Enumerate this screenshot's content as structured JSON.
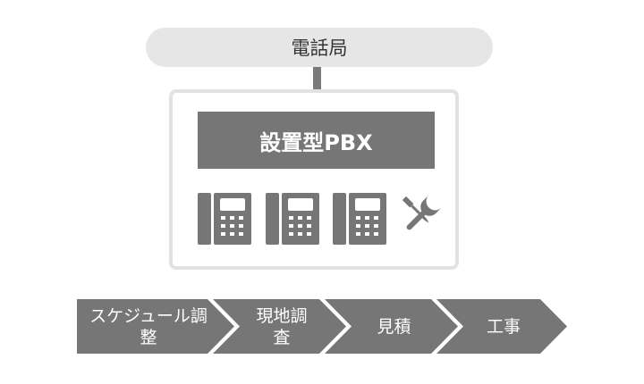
{
  "office": {
    "label": "電話局"
  },
  "pbx": {
    "label": "設置型PBX"
  },
  "devices": {
    "phones": [
      "phone-icon",
      "phone-icon",
      "phone-icon"
    ],
    "tool": "wrench-screwdriver-icon"
  },
  "steps": [
    {
      "label": "スケジュール調整"
    },
    {
      "label": "現地調査"
    },
    {
      "label": "見積"
    },
    {
      "label": "工事"
    }
  ],
  "colors": {
    "primary_gray": "#767676",
    "light_gray": "#e6e6e6",
    "border_gray": "#e2e2e2",
    "text_dark": "#333333"
  }
}
